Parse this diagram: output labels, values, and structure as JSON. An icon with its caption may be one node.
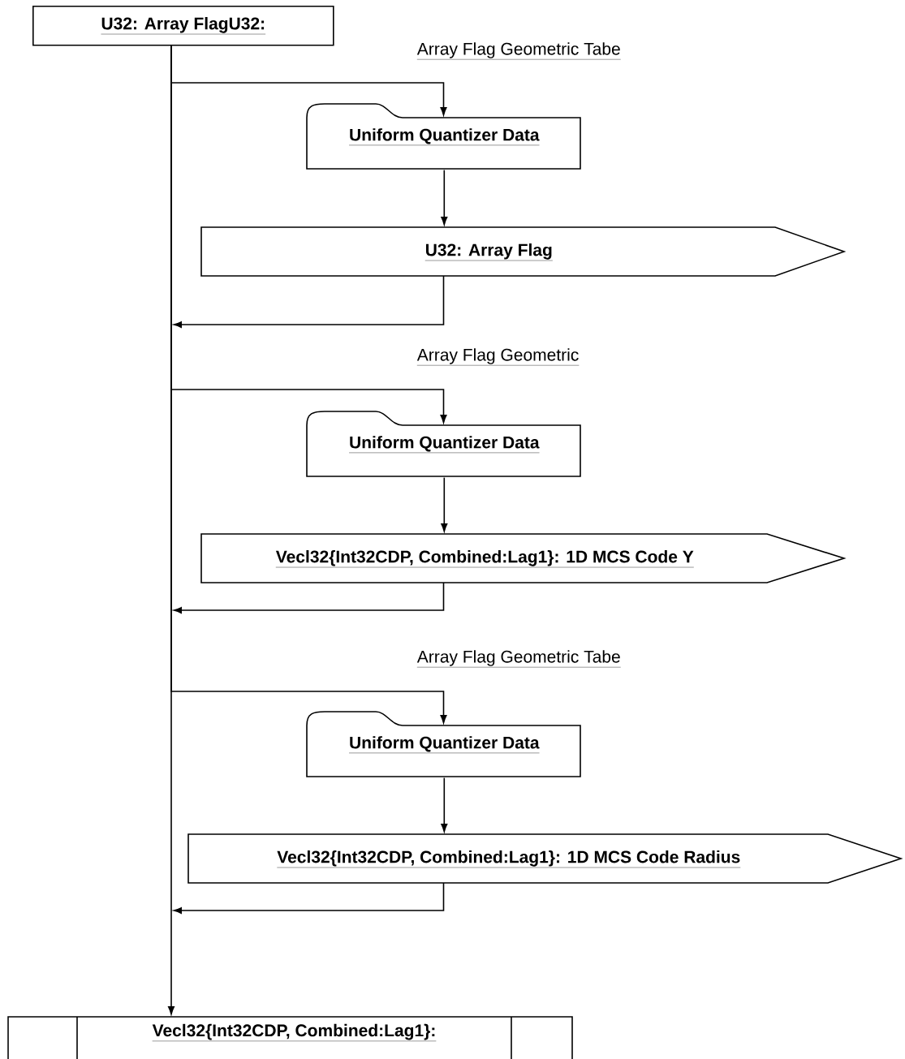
{
  "diagram": {
    "nodes": [
      {
        "text": [
          "U32: Array FlagU32:"
        ]
      },
      {
        "text": [
          "Uniform Quantizer Data"
        ]
      },
      {
        "text": [
          "U32: Array Flag"
        ]
      },
      {
        "text": [
          "Uniform Quantizer Data"
        ]
      },
      {
        "text": [
          "Vecl32{Int32CDP, Combined:Lag1}: 1D MCS Code Y"
        ]
      },
      {
        "text": [
          "Uniform Quantizer Data"
        ]
      },
      {
        "text": [
          "Vecl32{Int32CDP, Combined:Lag1}: 1D MCS Code Radius"
        ]
      },
      {
        "text": [
          "Vecl32{Int32CDP, Combined:Lag1}:"
        ]
      }
    ],
    "edges": [
      {
        "from": 0,
        "to": 1,
        "arrow": "to"
      },
      {
        "from": 1,
        "to": 2,
        "arrow": "to"
      },
      {
        "from": 2,
        "to": null,
        "arrow": "to"
      },
      {
        "from": 0,
        "to": 3,
        "arrow": "to"
      },
      {
        "from": 3,
        "to": 4,
        "arrow": "to"
      },
      {
        "from": 4,
        "to": null,
        "arrow": "to"
      },
      {
        "from": 0,
        "to": 5,
        "arrow": "to"
      },
      {
        "from": 5,
        "to": 6,
        "arrow": "to"
      },
      {
        "from": 6,
        "to": null,
        "arrow": "to"
      },
      {
        "from": 0,
        "to": 7,
        "arrow": "to"
      }
    ],
    "labels": [
      "Array Flag Geometric Tabe",
      "Array Flag Geometric",
      "Array Flag Geometric Tabe"
    ]
  }
}
